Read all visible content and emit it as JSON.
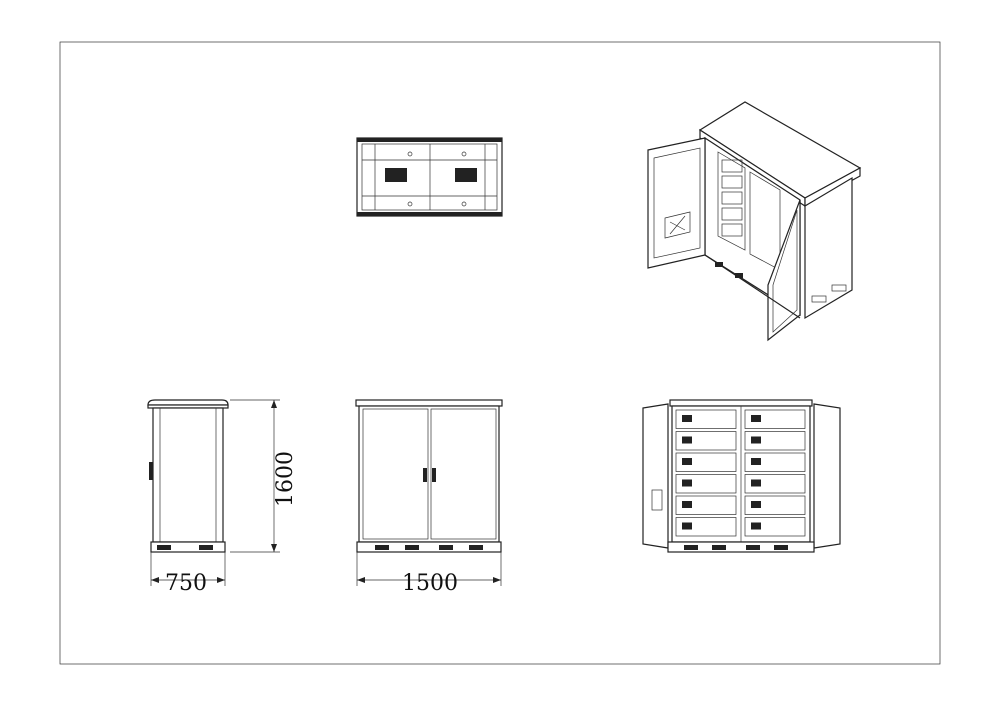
{
  "drawing": {
    "dimensions": {
      "height_label": "1600",
      "depth_label": "750",
      "width_label": "1500"
    },
    "views": [
      "top-view",
      "isometric-view",
      "side-view",
      "front-view",
      "front-open-view"
    ],
    "battery_modules_per_column": 6,
    "columns": 2
  }
}
